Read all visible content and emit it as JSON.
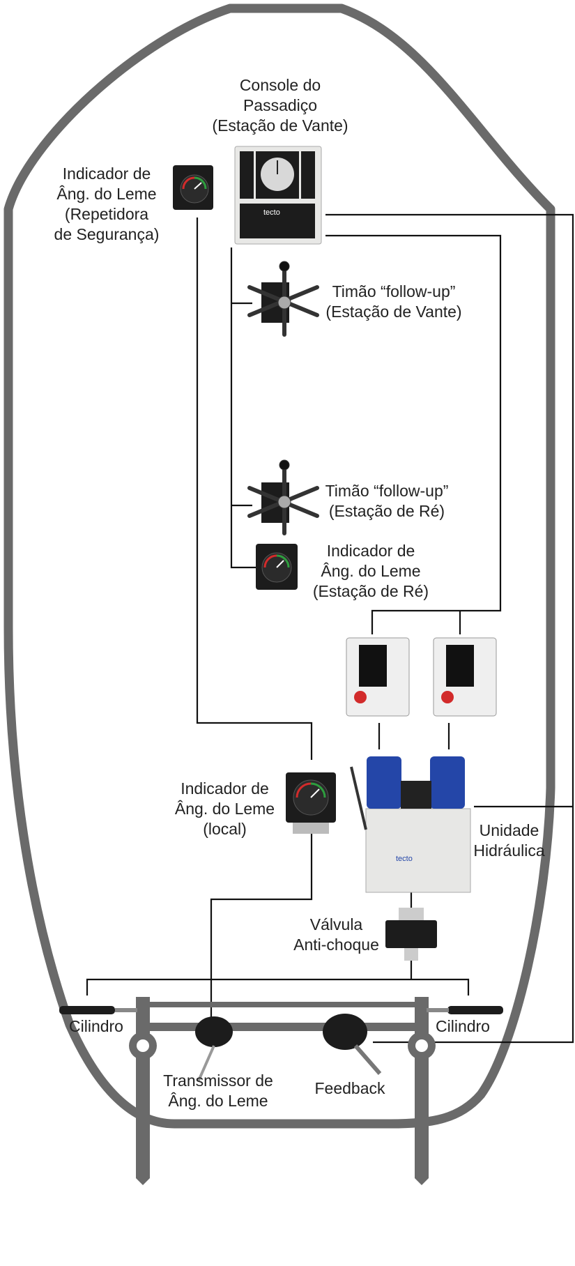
{
  "labels": {
    "console": [
      "Console do",
      "Passadiço",
      "(Estação de Vante)"
    ],
    "indicator_safety": [
      "Indicador de",
      "Âng. do Leme",
      "(Repetidora",
      "de Segurança)"
    ],
    "wheel_fwd": [
      "Timão “follow-up”",
      "(Estação de Vante)"
    ],
    "wheel_aft": [
      "Timão “follow-up”",
      "(Estação de Ré)"
    ],
    "indicator_aft": [
      "Indicador de",
      "Âng. do Leme",
      "(Estação de Ré)"
    ],
    "indicator_local": [
      "Indicador de",
      "Âng. do Leme",
      "(local)"
    ],
    "hydraulic_unit": [
      "Unidade",
      "Hidráulica"
    ],
    "valve": [
      "Válvula",
      "Anti-choque"
    ],
    "cyl_left": "Cilindro",
    "cyl_right": "Cilindro",
    "transmitter": [
      "Transmissor de",
      "Âng. do Leme"
    ],
    "feedback": "Feedback"
  },
  "brand": {
    "logo_text": "tecto"
  },
  "colors": {
    "hull": "#6a6a6a",
    "wire": "#111111",
    "motor_blue": "#2446a8",
    "panel_dark": "#1c1c1c",
    "gauge_red": "#d22b2b",
    "gauge_green": "#2e9e3e"
  }
}
